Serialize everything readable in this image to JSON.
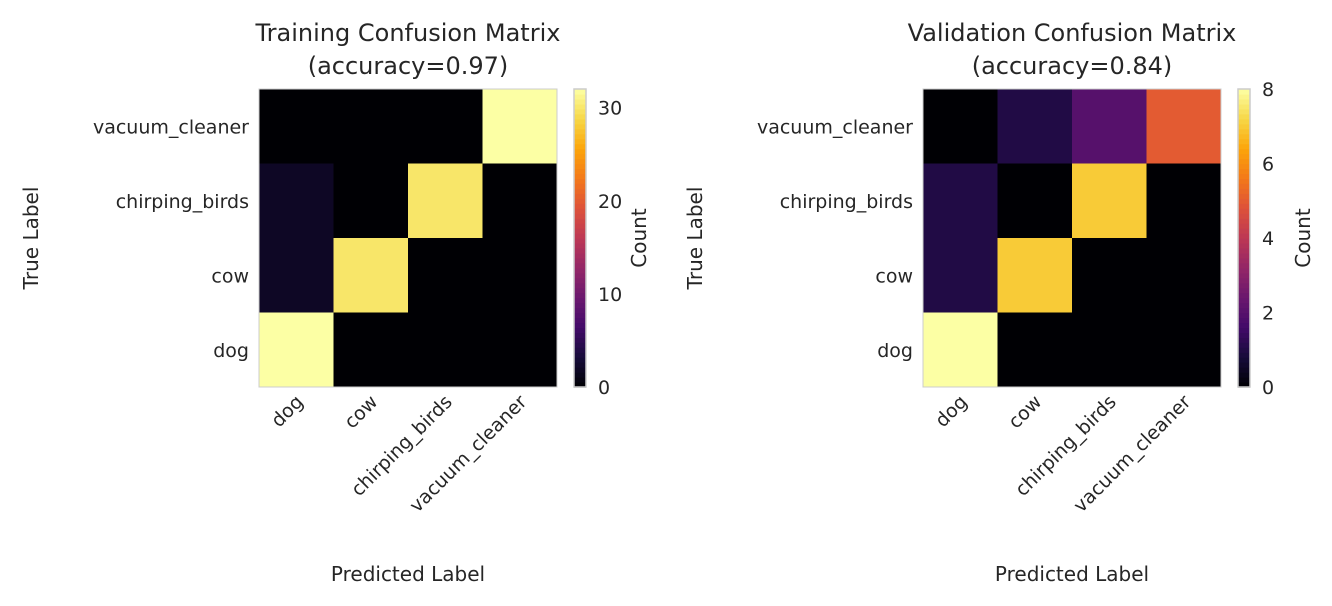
{
  "chart_data": [
    {
      "type": "heatmap",
      "title": "Training Confusion Matrix",
      "subtitle": "(accuracy=0.97)",
      "xlabel": "Predicted Label",
      "ylabel": "True Label",
      "x_categories": [
        "dog",
        "cow",
        "chirping_birds",
        "vacuum_cleaner"
      ],
      "y_categories": [
        "vacuum_cleaner",
        "chirping_birds",
        "cow",
        "dog"
      ],
      "values": [
        [
          0,
          0,
          0,
          32
        ],
        [
          2,
          0,
          30,
          0
        ],
        [
          2,
          30,
          0,
          0
        ],
        [
          32,
          0,
          0,
          0
        ]
      ],
      "colorbar": {
        "label": "Count",
        "range": [
          0,
          32
        ],
        "ticks": [
          0,
          10,
          20,
          30
        ]
      },
      "colormap": "inferno"
    },
    {
      "type": "heatmap",
      "title": "Validation Confusion Matrix",
      "subtitle": "(accuracy=0.84)",
      "xlabel": "Predicted Label",
      "ylabel": "True Label",
      "x_categories": [
        "dog",
        "cow",
        "chirping_birds",
        "vacuum_cleaner"
      ],
      "y_categories": [
        "vacuum_cleaner",
        "chirping_birds",
        "cow",
        "dog"
      ],
      "values": [
        [
          0,
          1,
          2,
          5
        ],
        [
          1,
          0,
          7,
          0
        ],
        [
          1,
          7,
          0,
          0
        ],
        [
          8,
          0,
          0,
          0
        ]
      ],
      "colorbar": {
        "label": "Count",
        "range": [
          0,
          8
        ],
        "ticks": [
          0,
          2,
          4,
          6,
          8
        ]
      },
      "colormap": "inferno"
    }
  ]
}
